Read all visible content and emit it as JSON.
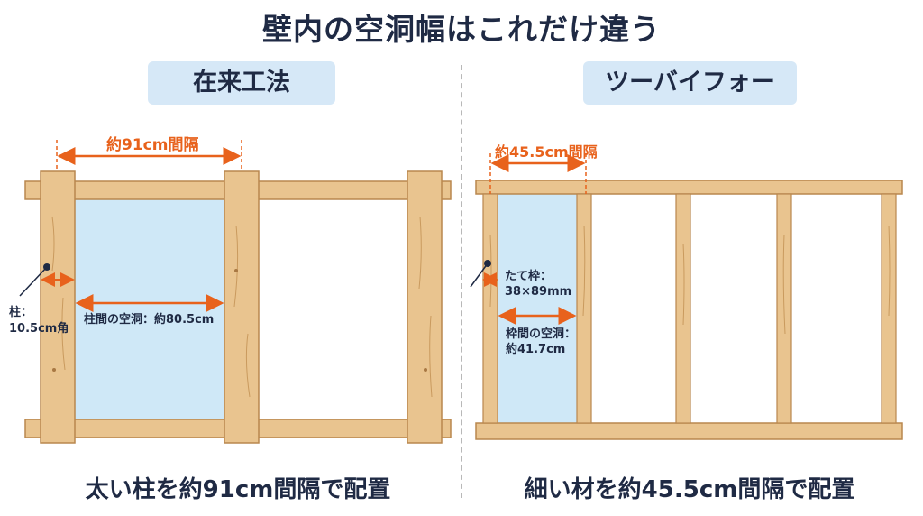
{
  "title": "壁内の空洞幅はこれだけ違う",
  "left": {
    "label": "在来工法",
    "spacing": "約91cm間隔",
    "cavity": "柱間の空洞：約80.5cm",
    "post_line1": "柱：",
    "post_line2": "10.5cm角",
    "caption": "太い柱を約91cm間隔で配置"
  },
  "right": {
    "label": "ツーバイフォー",
    "spacing": "約45.5cm間隔",
    "stud_line1": "たて枠：",
    "stud_line2": "38×89mm",
    "cavity_line1": "枠間の空洞：",
    "cavity_line2": "約41.7cm",
    "caption": "細い材を約45.5cm間隔で配置"
  },
  "colors": {
    "wood": "#e9c48f",
    "wood_dark": "#b9874e",
    "cavity": "#cfe8f7",
    "dimension": "#e8621c",
    "text": "#1f2a44",
    "label_bg": "#d6e8f7"
  }
}
